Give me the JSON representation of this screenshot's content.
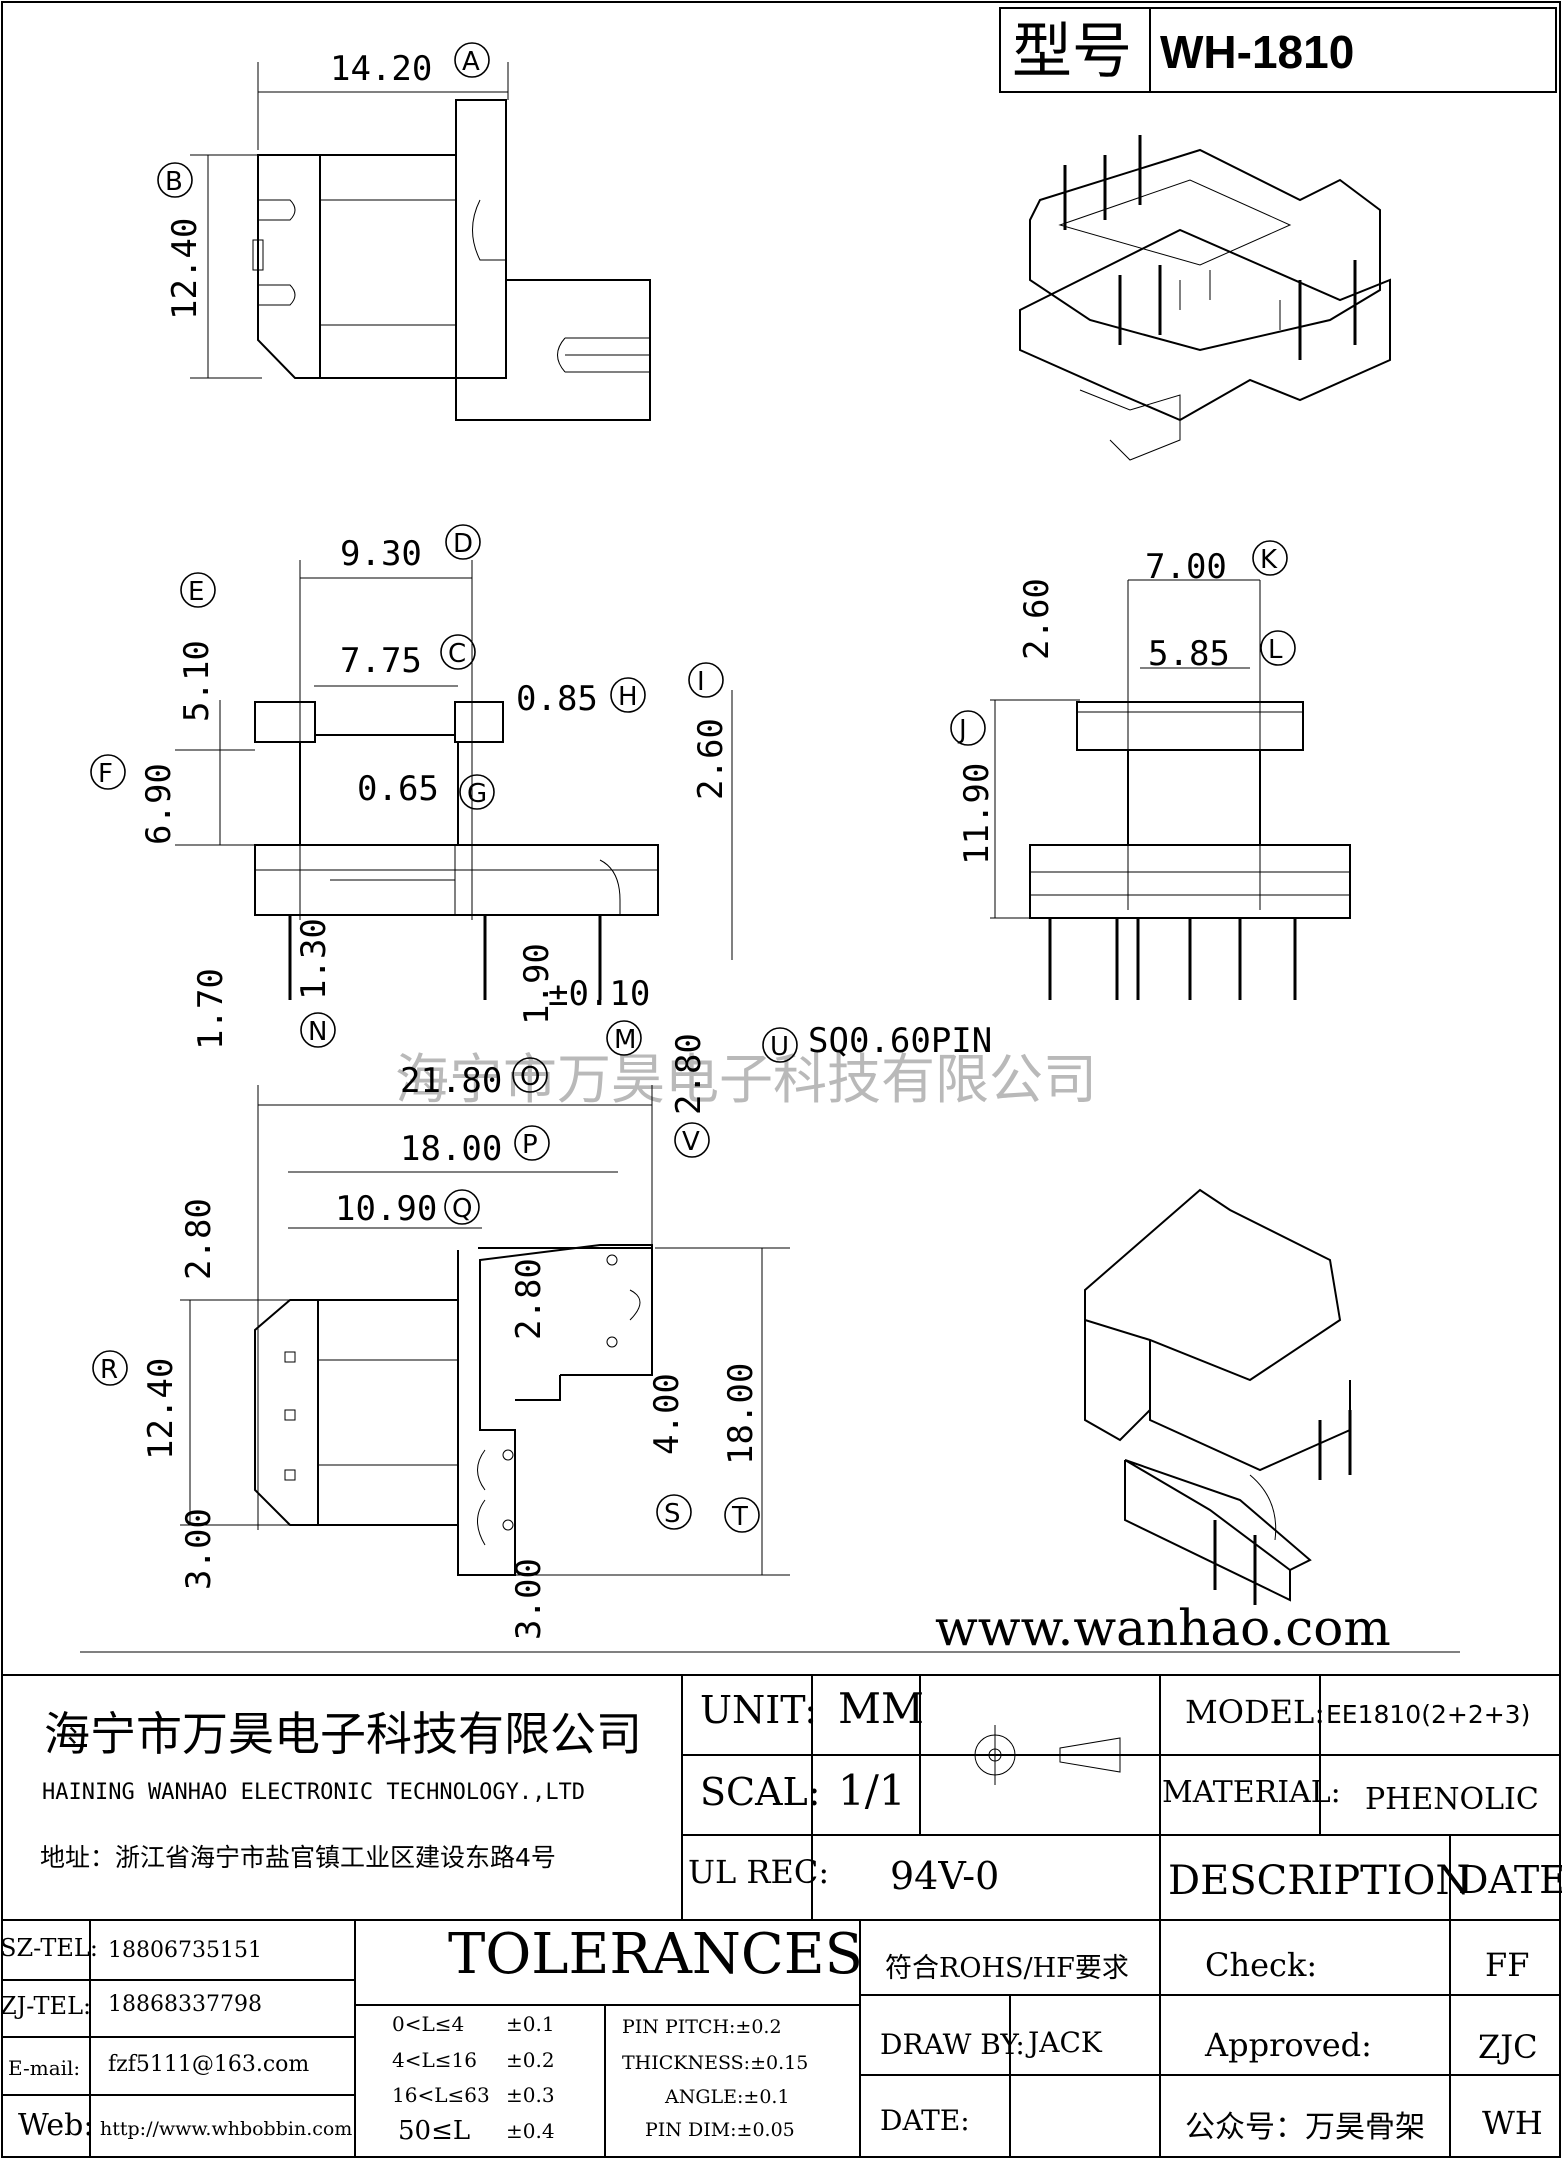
{
  "part_header": {
    "label": "型号",
    "part_no": "WH-1810"
  },
  "dimensions": {
    "A": "14.20",
    "B": "12.40",
    "C": "7.75",
    "D": "9.30",
    "E": "5.10",
    "F": "6.90",
    "G": "0.65",
    "H": "0.85",
    "I": "2.60",
    "J": "11.90",
    "K": "7.00",
    "L": "5.85",
    "M": "1.90",
    "M_tol": "±0.10",
    "N": "1.70",
    "N2": "1.30",
    "O": "21.80",
    "P": "18.00",
    "Q": "10.90",
    "R": "12.40",
    "S": "4.00",
    "T": "18.00",
    "U": "SQ0.60PIN",
    "V": "2.80",
    "J_top": "2.60",
    "R_top": "2.80",
    "R_bot": "3.00",
    "S_top": "2.80",
    "S_bot": "3.00"
  },
  "letters": [
    "A",
    "B",
    "C",
    "D",
    "E",
    "F",
    "G",
    "H",
    "I",
    "J",
    "K",
    "L",
    "M",
    "N",
    "O",
    "P",
    "Q",
    "R",
    "S",
    "T",
    "U",
    "V"
  ],
  "watermark": "海宁市万昊电子科技有限公司",
  "website": "www.wanhao.com",
  "title_block": {
    "company_cn": "海宁市万昊电子科技有限公司",
    "company_en": "HAINING WANHAO ELECTRONIC TECHNOLOGY.,LTD",
    "address": "地址：浙江省海宁市盐官镇工业区建设东路4号",
    "unit_label": "UNIT:",
    "unit_value": "MM",
    "scale_label": "SCAL:",
    "scale_value": "1/1",
    "ul_label": "UL REC:",
    "ul_value": "94V-0",
    "model_label": "MODEL:",
    "model_value": "EE1810(2+2+3)",
    "material_label": "MATERIAL:",
    "material_value": "PHENOLIC",
    "description": "DESCRIPTION",
    "date": "DATE",
    "sz_tel_label": "SZ-TEL:",
    "sz_tel": "18806735151",
    "zj_tel_label": "ZJ-TEL:",
    "zj_tel": "18868337798",
    "email_label": "E-mail:",
    "email": "fzf5111@163.com",
    "web_label": "Web:",
    "web": "http://www.whbobbin.com",
    "tolerances": "TOLERANCES",
    "tol_rows": [
      {
        "range": "0<L≤4",
        "tol": "±0.1"
      },
      {
        "range": "4<L≤16",
        "tol": "±0.2"
      },
      {
        "range": "16<L≤63",
        "tol": "±0.3"
      },
      {
        "range": "50≤L",
        "tol": "±0.4"
      }
    ],
    "tol_notes": [
      "PIN PITCH:±0.2",
      "THICKNESS:±0.15",
      "ANGLE:±0.1",
      "PIN DIM:±0.05"
    ],
    "rohs": "符合ROHS/HF要求",
    "draw_by_label": "DRAW BY:",
    "draw_by": "JACK",
    "date_label": "DATE:",
    "check_label": "Check:",
    "check_value": "FF",
    "approved_label": "Approved:",
    "approved_value": "ZJC",
    "wechat": "公众号：万昊骨架",
    "wechat_value": "WH"
  }
}
